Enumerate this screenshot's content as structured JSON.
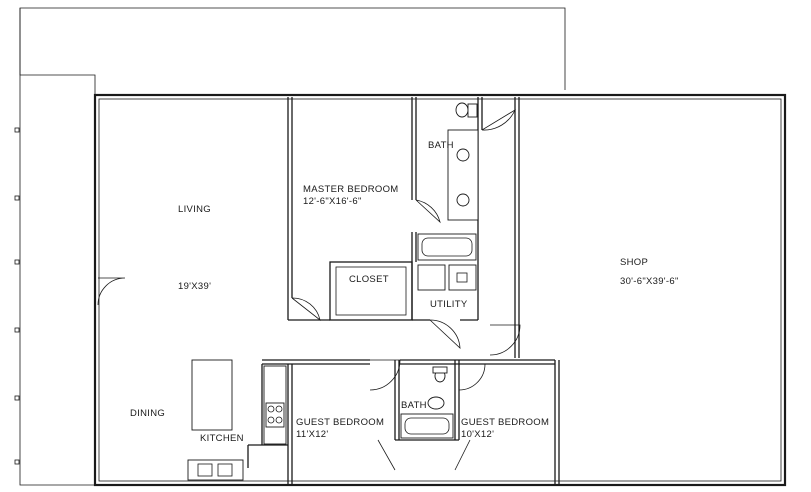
{
  "rooms": {
    "living": {
      "name": "LIVING",
      "size": "19'X39'"
    },
    "master_bedroom": {
      "name": "MASTER BEDROOM",
      "size": "12'-6\"X16'-6\""
    },
    "bath_master": {
      "name": "BATH"
    },
    "closet": {
      "name": "CLOSET"
    },
    "utility": {
      "name": "UTILITY"
    },
    "shop": {
      "name": "SHOP",
      "size": "30'-6\"X39'-6\""
    },
    "dining": {
      "name": "DINING"
    },
    "kitchen": {
      "name": "KITCHEN"
    },
    "guest_bedroom_1": {
      "name": "GUEST BEDROOM",
      "size": "11'X12'"
    },
    "bath_guest": {
      "name": "BATH"
    },
    "guest_bedroom_2": {
      "name": "GUEST BEDROOM",
      "size": "10'X12'"
    }
  }
}
